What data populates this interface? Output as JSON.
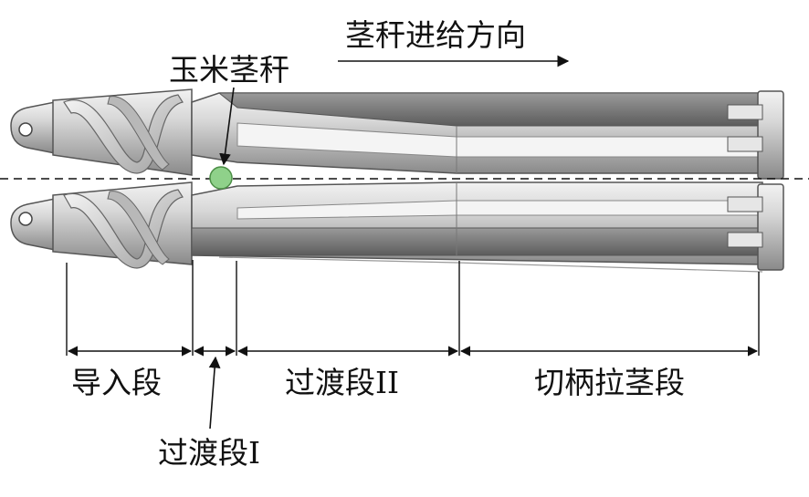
{
  "labels": {
    "feed_direction": "茎秆进给方向",
    "corn_stalk": "玉米茎秆",
    "guide_section": "导入段",
    "transition_1": "过渡段I",
    "transition_2": "过渡段II",
    "snapping_section": "切柄拉茎段"
  },
  "colors": {
    "roller_body": "#c9c9c9",
    "roller_dark": "#7e7e7e",
    "stalk_marker": "#8fd18a",
    "line": "#111111"
  }
}
